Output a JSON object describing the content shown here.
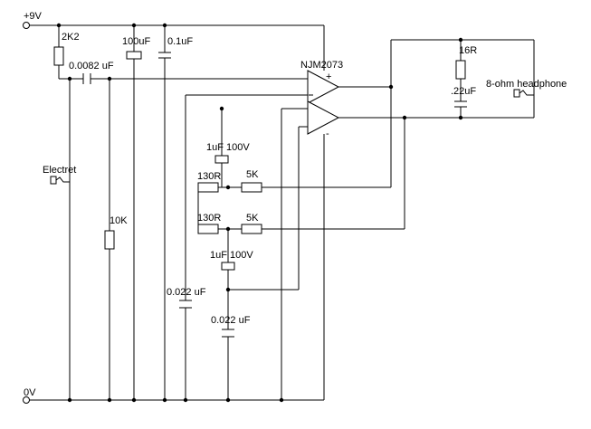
{
  "rails": {
    "vplus": "+9V",
    "gnd": "0V"
  },
  "opamp": {
    "part": "NJM2073",
    "plus": "+",
    "minus": "−",
    "minus2": "-"
  },
  "components": {
    "r_bias": "2K2",
    "c_coupling": "0.0082 uF",
    "c_bulk": "100uF",
    "c_bypass": "0.1uF",
    "mic": "Electret",
    "r_10k": "10K",
    "c_fb1": "1uF 100V",
    "c_fb2": "1uF 100V",
    "r_130_a": "130R",
    "r_5k_a": "5K",
    "r_130_b": "130R",
    "r_5k_b": "5K",
    "c_022_a": "0.022 uF",
    "c_022_b": "0.022 uF",
    "r_zobel": "16R",
    "c_zobel": ".22uF",
    "headphone": "8-ohm headphone"
  }
}
